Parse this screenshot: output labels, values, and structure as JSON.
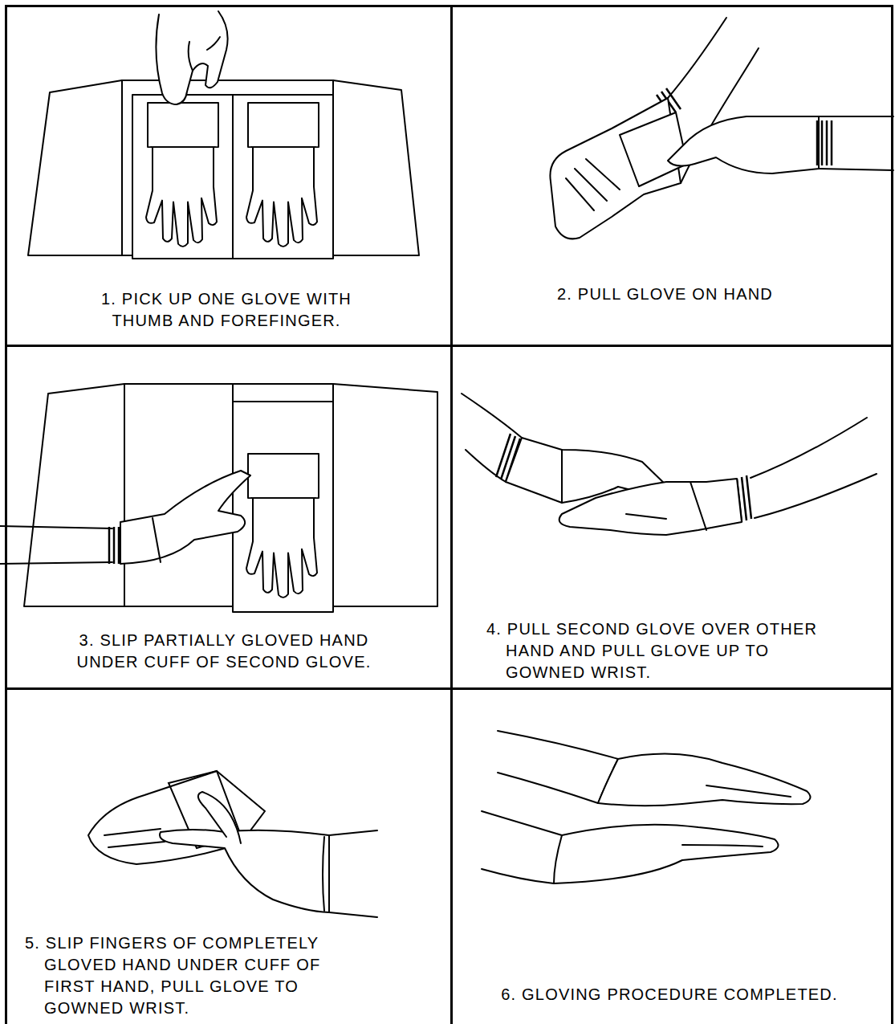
{
  "diagram": {
    "nodes": [
      {
        "text": [
          "1. PICK UP ONE GLOVE WITH THUMB AND FOREFINGER."
        ]
      },
      {
        "text": [
          "2. PULL GLOVE ON HAND"
        ]
      },
      {
        "text": [
          "3. SLIP PARTIALLY GLOVED HAND UNDER CUFF OF SECOND GLOVE."
        ]
      },
      {
        "text": [
          "4. PULL SECOND GLOVE OVER OTHER HAND AND PULL GLOVE UP TO GOWNED WRIST."
        ]
      },
      {
        "text": [
          "5. SLIP FINGERS OF COMPLETELY GLOVED HAND UNDER CUFF OF FIRST HAND, PULL GLOVE TO GOWNED WRIST."
        ]
      },
      {
        "text": [
          "6. GLOVING PROCEDURE COMPLETED."
        ]
      }
    ]
  }
}
